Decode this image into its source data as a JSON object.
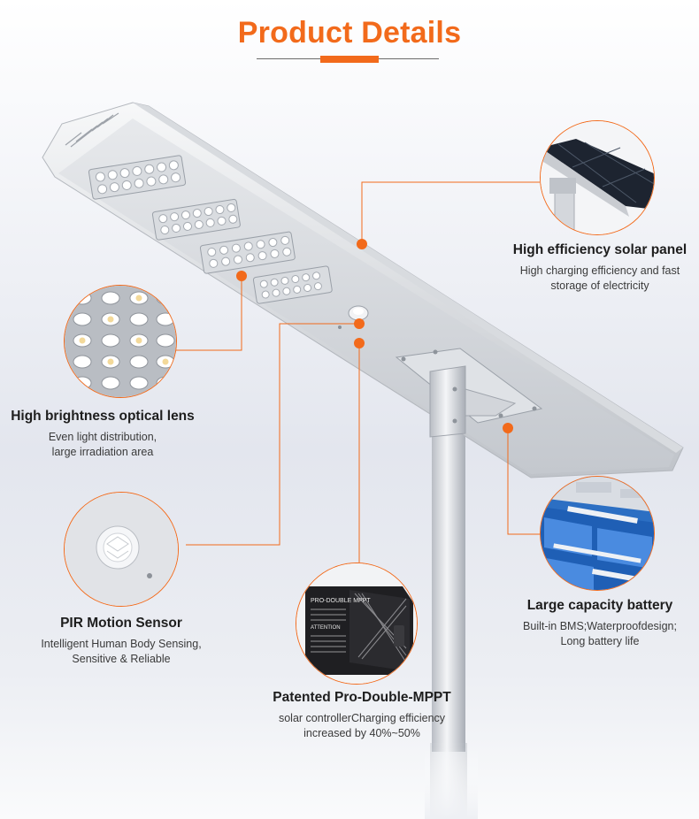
{
  "header": {
    "title": "Product Details"
  },
  "colors": {
    "accent": "#f26a1b",
    "line": "#f26a1b"
  },
  "features": {
    "solar": {
      "title": "High efficiency solar panel",
      "desc": [
        "High charging efficiency and fast",
        "storage of electricity"
      ]
    },
    "lens": {
      "title": "High brightness optical lens",
      "desc": [
        "Even light distribution,",
        "large irradiation area"
      ]
    },
    "pir": {
      "title": "PIR Motion Sensor",
      "desc": [
        "Intelligent Human Body Sensing,",
        "Sensitive & Reliable"
      ]
    },
    "battery": {
      "title": "Large capacity battery",
      "desc": [
        "Built-in BMS;Waterproofdesign;",
        "Long battery life"
      ]
    },
    "mppt": {
      "title": "Patented Pro-Double-MPPT",
      "desc": [
        "solar controllerCharging efficiency",
        "increased by 40%~50%"
      ]
    }
  },
  "controller_labels": {
    "brand": "PRO-DOUBLE MPPT",
    "warning": "ATTENTION"
  }
}
